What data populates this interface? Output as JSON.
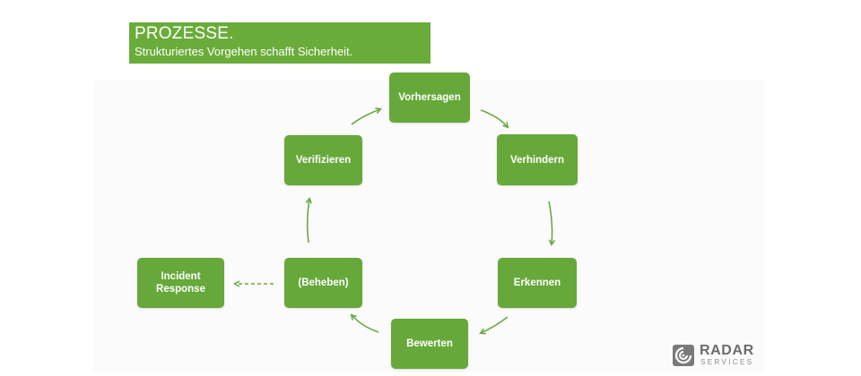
{
  "header": {
    "title": "PROZESSE.",
    "subtitle": "Strukturiertes Vorgehen schafft Sicherheit."
  },
  "diagram": {
    "nodes": [
      {
        "id": "vorhersagen",
        "label": "Vorhersagen"
      },
      {
        "id": "verhindern",
        "label": "Verhindern"
      },
      {
        "id": "erkennen",
        "label": "Erkennen"
      },
      {
        "id": "bewerten",
        "label": "Bewerten"
      },
      {
        "id": "beheben",
        "label": "(Beheben)"
      },
      {
        "id": "verifizieren",
        "label": "Verifizieren"
      },
      {
        "id": "incident",
        "label_line1": "Incident",
        "label_line2": "Response"
      }
    ],
    "edges": [
      {
        "from": "vorhersagen",
        "to": "verhindern",
        "style": "solid"
      },
      {
        "from": "verhindern",
        "to": "erkennen",
        "style": "solid"
      },
      {
        "from": "erkennen",
        "to": "bewerten",
        "style": "solid"
      },
      {
        "from": "bewerten",
        "to": "beheben",
        "style": "solid"
      },
      {
        "from": "beheben",
        "to": "verifizieren",
        "style": "solid"
      },
      {
        "from": "verifizieren",
        "to": "vorhersagen",
        "style": "solid"
      },
      {
        "from": "beheben",
        "to": "incident",
        "style": "dashed"
      }
    ]
  },
  "logo": {
    "name": "RADAR",
    "tagline": "SERVICES",
    "icon": "radar-swirl-icon"
  },
  "colors": {
    "node_fill": "#67a83a",
    "title_fill": "#6aac3a",
    "arrow": "#6aa842",
    "logo_gray": "#6b6b6b"
  }
}
